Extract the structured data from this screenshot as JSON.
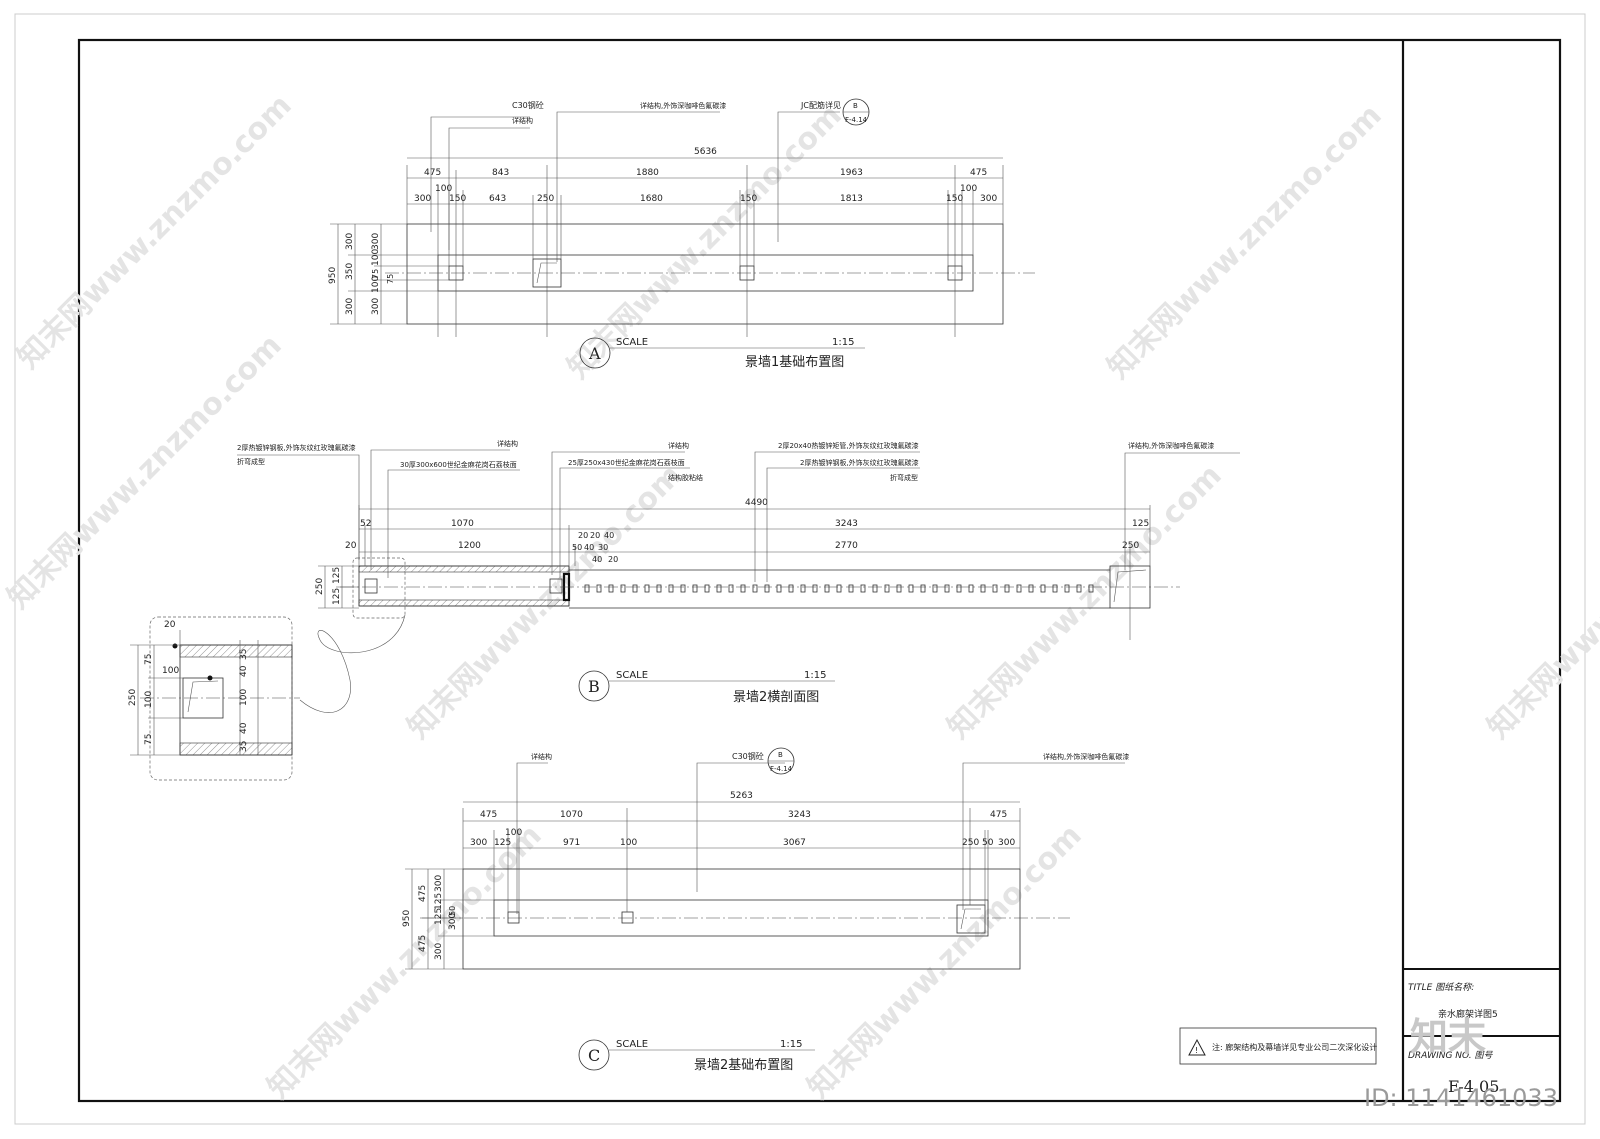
{
  "watermark": {
    "text": "知末网www.znzmo.com",
    "logo": "知末",
    "id_text": "ID: 1141461033"
  },
  "title_block": {
    "title_label": "TITLE 图纸名称:",
    "title_value": "亲水廊架详图5",
    "drawing_no_label": "DRAWING NO. 图号",
    "drawing_no_value": "F-4.05"
  },
  "note": {
    "icon": "warning-icon",
    "text": "注: 廊架结构及幕墙详见专业公司二次深化设计"
  },
  "view_a": {
    "label": "A",
    "scale_label": "SCALE",
    "scale_value": "1:15",
    "title": "景墙1基础布置图",
    "callouts": {
      "c30": "C30钢砼",
      "struct": "详结构",
      "finish": "详结构,外饰深咖啡色氟碳漆",
      "jc": "JC配筋详见",
      "ref_letter": "B",
      "ref_sheet": "F-4.14"
    },
    "dims_top": [
      "475",
      "843",
      "1880",
      "1963",
      "475"
    ],
    "dim_total": "5636",
    "dims_row2": [
      "300",
      "643",
      "250",
      "1680",
      "1813",
      "300"
    ],
    "dims_row2_small": [
      "100",
      "150",
      "150",
      "150",
      "100"
    ],
    "dims_left": [
      "950",
      "300",
      "350",
      "300",
      "300",
      "100",
      "75",
      "100",
      "300",
      "75"
    ]
  },
  "view_b": {
    "label": "B",
    "scale_label": "SCALE",
    "scale_value": "1:15",
    "title": "景墙2横剖面图",
    "callouts": {
      "steel_plate": "2厚热镀锌钢板,外饰灰纹红玫瑰氟碳漆",
      "bent": "折弯成型",
      "struct1": "详结构",
      "granite_600": "30厚300x600世纪金麻花岗石荔枝面",
      "struct2": "详结构",
      "granite_430": "25厚250x430世纪金麻花岗石荔枝面",
      "glue": "结构胶粘结",
      "bar": "2厚20x40热镀锌矩管,外饰灰纹红玫瑰氟碳漆",
      "plate2": "2厚热镀锌钢板,外饰灰纹红玫瑰氟碳漆",
      "bent2": "折弯成型",
      "struct3": "详结构,外饰深咖啡色氟碳漆"
    },
    "dim_total": "4490",
    "dims_top": [
      "52",
      "1070",
      "3243",
      "125"
    ],
    "dims_row2": [
      "20",
      "1200",
      "2770",
      "250"
    ],
    "dims_small": [
      "20",
      "20",
      "40",
      "50",
      "40",
      "30",
      "40",
      "20"
    ],
    "dims_left": [
      "250",
      "125",
      "125"
    ],
    "detail_dims": [
      "20",
      "35",
      "40",
      "100",
      "40",
      "35",
      "75",
      "100",
      "75",
      "250",
      "100"
    ]
  },
  "view_c": {
    "label": "C",
    "scale_label": "SCALE",
    "scale_value": "1:15",
    "title": "景墙2基础布置图",
    "callouts": {
      "struct": "详结构",
      "c30": "C30钢砼",
      "ref_letter": "B",
      "ref_sheet": "F-4.14",
      "finish": "详结构,外饰深咖啡色氟碳漆"
    },
    "dim_total": "5263",
    "dims_top": [
      "475",
      "1070",
      "3243",
      "475"
    ],
    "dims_row2": [
      "300",
      "125",
      "971",
      "100",
      "3067",
      "250",
      "50",
      "300"
    ],
    "dims_small": [
      "100"
    ],
    "dims_left": [
      "950",
      "475",
      "475",
      "300",
      "125",
      "125",
      "50",
      "300",
      "300"
    ]
  }
}
